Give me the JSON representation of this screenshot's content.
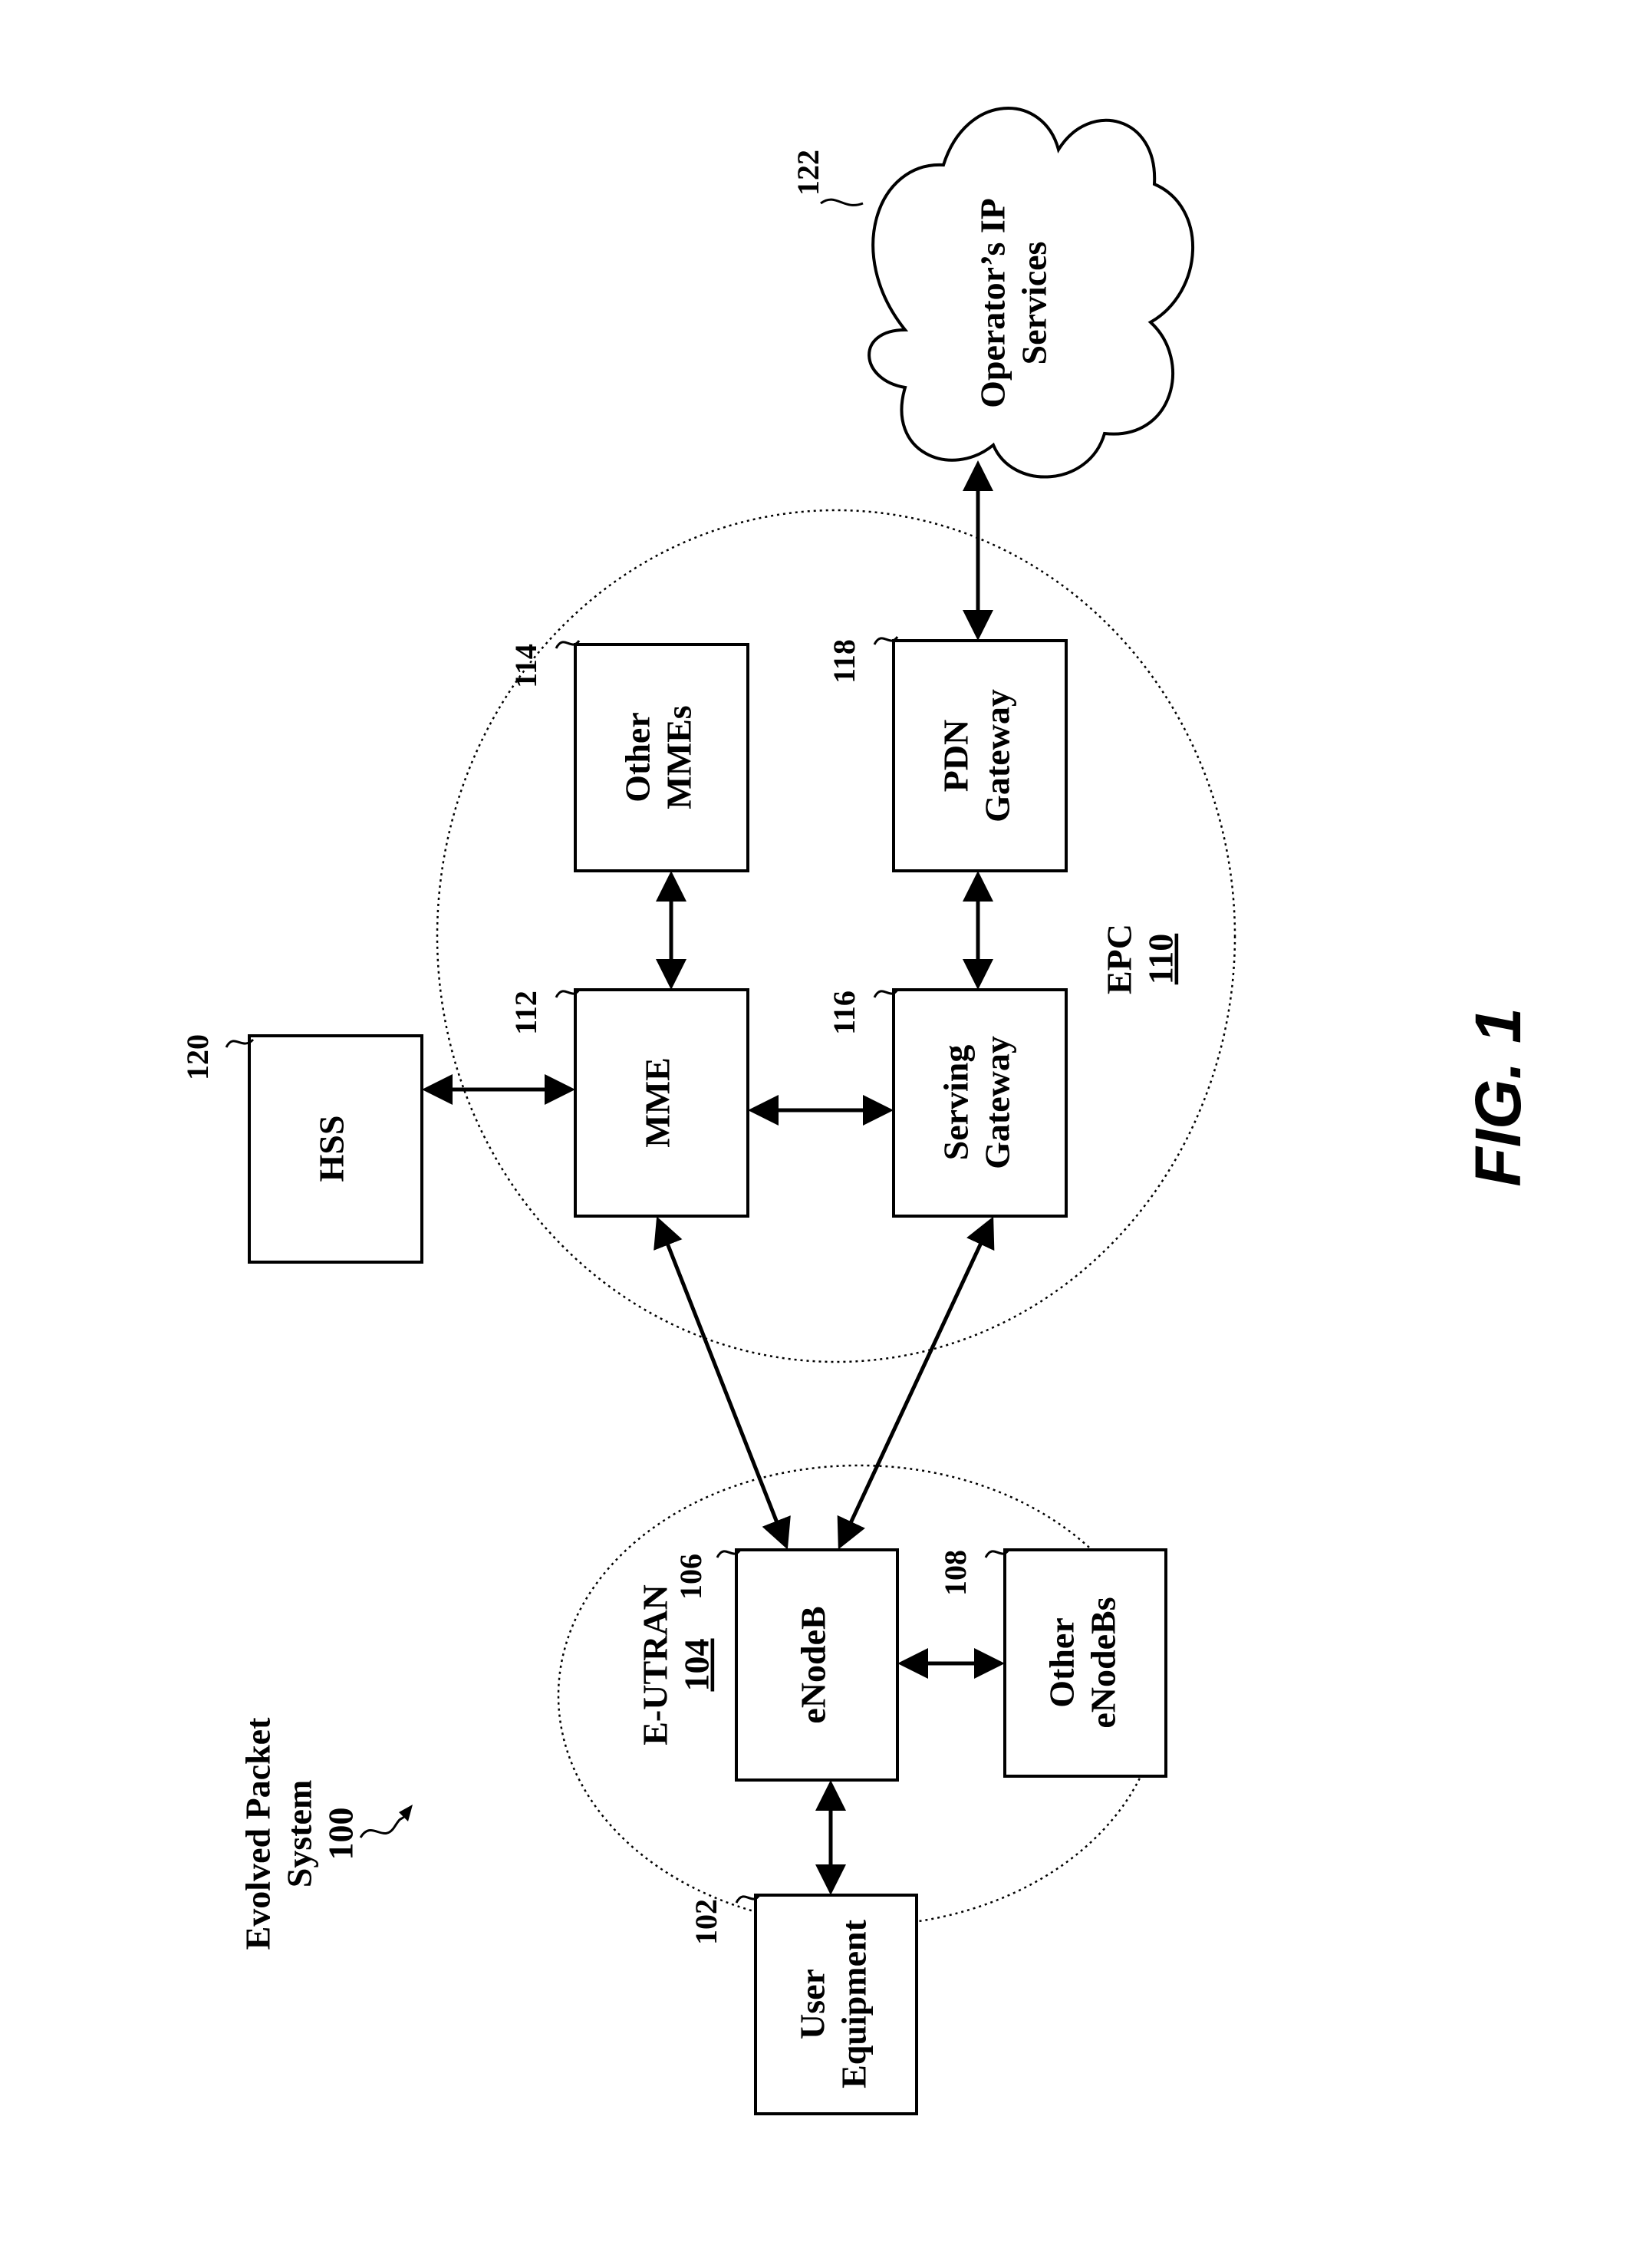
{
  "system": {
    "label_line1": "Evolved Packet",
    "label_line2": "System",
    "ref": "100"
  },
  "nodes": {
    "user_equipment": {
      "line1": "User",
      "line2": "Equipment",
      "ref": "102"
    },
    "enodeb": {
      "label": "eNodeB",
      "ref": "106"
    },
    "other_enodebs": {
      "line1": "Other",
      "line2": "eNodeBs",
      "ref": "108"
    },
    "hss": {
      "label": "HSS",
      "ref": "120"
    },
    "mme": {
      "label": "MME",
      "ref": "112"
    },
    "other_mmes": {
      "line1": "Other",
      "line2": "MMEs",
      "ref": "114"
    },
    "serving_gateway": {
      "line1": "Serving",
      "line2": "Gateway",
      "ref": "116"
    },
    "pdn_gateway": {
      "line1": "PDN",
      "line2": "Gateway",
      "ref": "118"
    },
    "ip_services": {
      "line1": "Operator’s IP",
      "line2": "Services",
      "ref": "122"
    }
  },
  "groups": {
    "eutran": {
      "label": "E-UTRAN",
      "ref": "104"
    },
    "epc": {
      "label": "EPC",
      "ref": "110"
    }
  },
  "figure_label": "FIG. 1"
}
